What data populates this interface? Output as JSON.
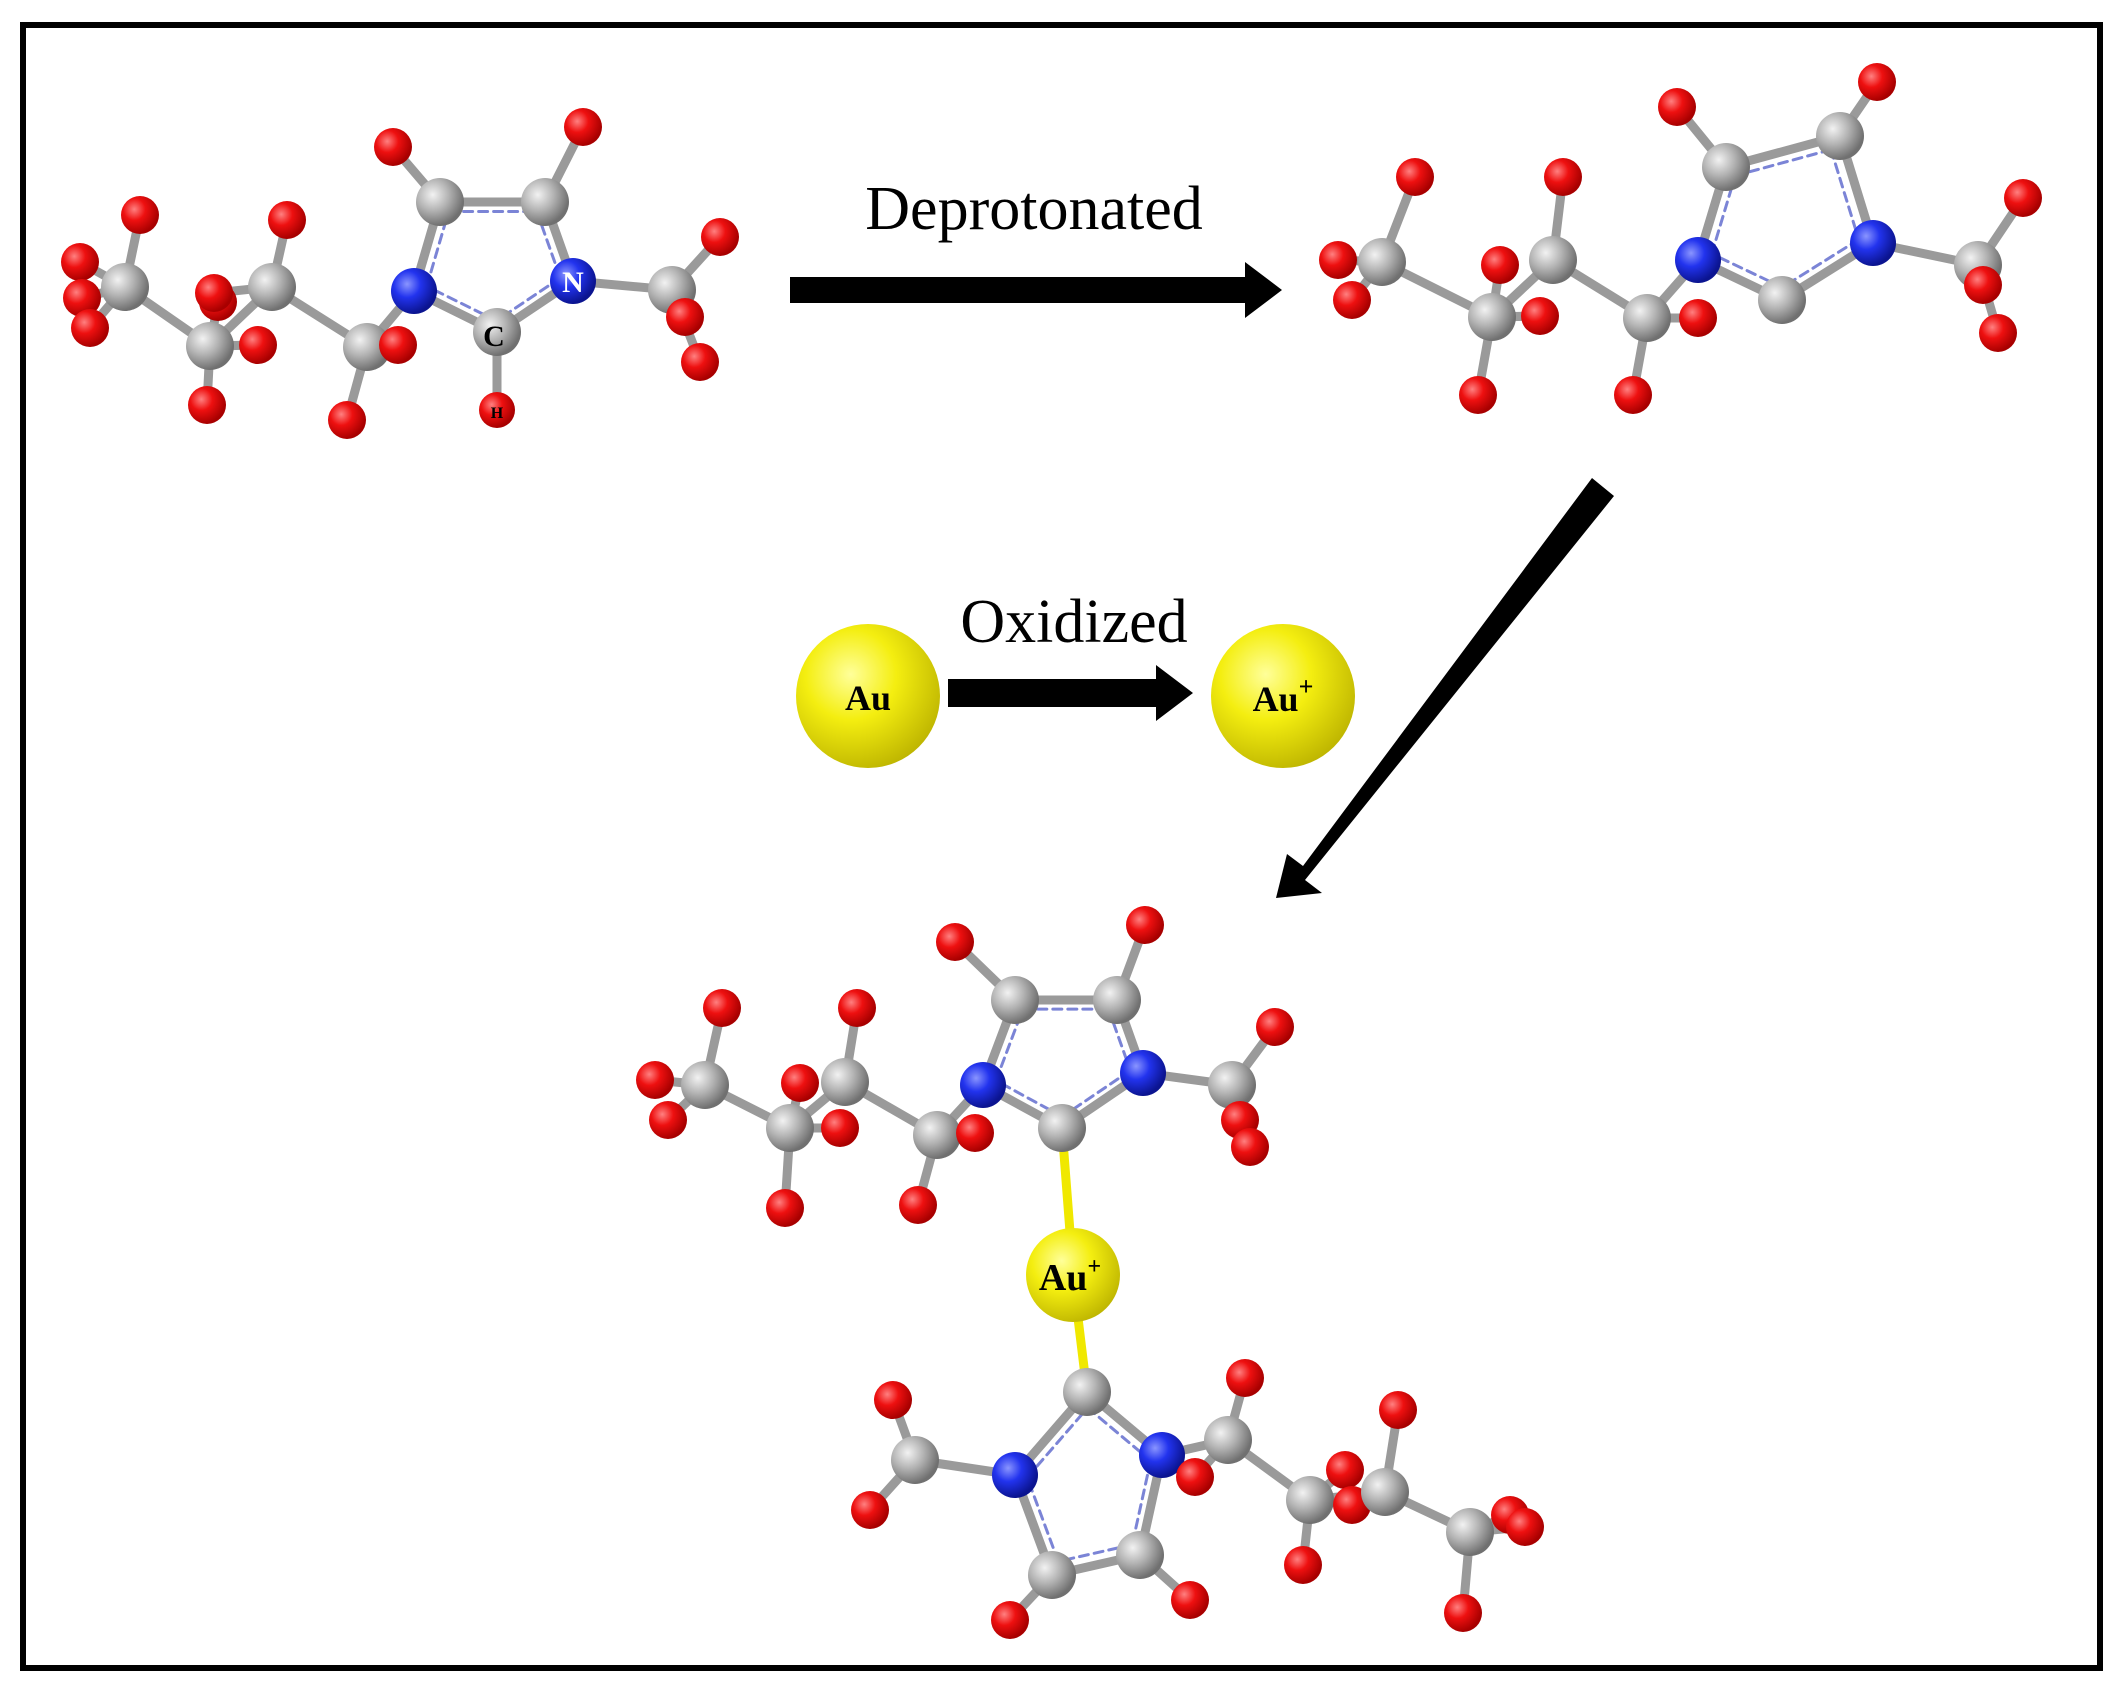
{
  "labels": {
    "deprotonated": "Deprotonated",
    "oxidized": "Oxidized",
    "au": "Au",
    "au_plus": "Au",
    "plus_sign": "+",
    "atom_c": "C",
    "atom_n": "N",
    "atom_h": "H"
  },
  "colors": {
    "oxygen": "#e8000b",
    "carbon": "#a9a9a9",
    "nitrogen": "#1f2be0",
    "gold": "#f0e800",
    "bond": "#9a9a9a",
    "bond_gold": "#f0e800",
    "arrow": "#000000",
    "frame": "#000000"
  }
}
